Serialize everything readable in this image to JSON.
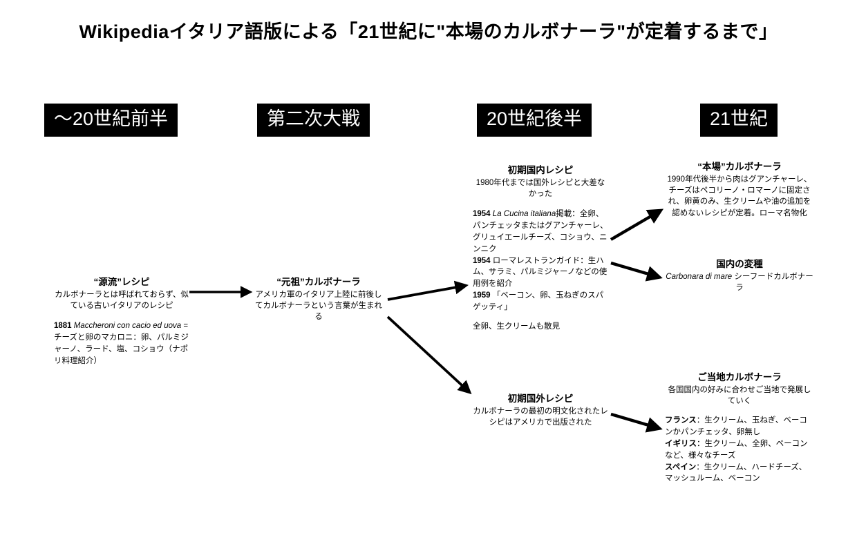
{
  "title": "Wikipediaイタリア語版による「21世紀に\"本場のカルボナーラ\"が定着するまで」",
  "eras": [
    {
      "label": "〜20世紀前半"
    },
    {
      "label": "第二次大戦"
    },
    {
      "label": "20世紀後半"
    },
    {
      "label": "21世紀"
    }
  ],
  "nodes": {
    "origin": {
      "heading": "“源流”レシピ",
      "sub": "カルボナーラとは呼ばれておらず、似ている古いイタリアのレシピ",
      "entry_year": "1881",
      "entry_italic": "Maccheroni con cacio ed uova",
      "entry_text": "=チーズと卵のマカロニ：卵、パルミジャーノ、ラード、塩、コショウ（ナポリ料理紹介）"
    },
    "ganso": {
      "heading": "“元祖”カルボナーラ",
      "sub": "アメリカ軍のイタリア上陸に前後してカルボナーラという言葉が生まれる"
    },
    "domestic": {
      "heading": "初期国内レシピ",
      "sub": "1980年代までは国外レシピと大差なかった",
      "e1_year": "1954",
      "e1_italic": "La Cucina italiana",
      "e1_text": "掲載：全卵、パンチェッタまたはグアンチャーレ、グリュイエールチーズ、コショウ、ニンニク",
      "e2_year": "1954",
      "e2_text": "ローマレストランガイド：生ハム、サラミ、パルミジャーノなどの使用例を紹介",
      "e3_year": "1959",
      "e3_text": "「ベーコン、卵、玉ねぎのスパゲッティ」",
      "note": "全卵、生クリームも散見"
    },
    "foreign": {
      "heading": "初期国外レシピ",
      "sub": "カルボナーラの最初の明文化されたレシピはアメリカで出版された"
    },
    "authentic": {
      "heading": "“本場”カルボナーラ",
      "sub": "1990年代後半から肉はグアンチャーレ、チーズはペコリーノ・ロマーノに固定され、卵黄のみ、生クリームや油の追加を認めないレシピが定着。ローマ名物化"
    },
    "variant": {
      "heading": "国内の変種",
      "italic": "Carbonara di mare",
      "sub_tail": " シーフードカルボナーラ"
    },
    "local": {
      "heading": "ご当地カルボナーラ",
      "sub": "各国国内の好みに合わせご当地で発展していく",
      "countries": [
        {
          "name": "フランス",
          "text": "：生クリーム、玉ねぎ、ベーコンかパンチェッタ、卵無し"
        },
        {
          "name": "イギリス",
          "text": "：生クリーム、全卵、ベーコンなど、様々なチーズ"
        },
        {
          "name": "スペイン",
          "text": "：生クリーム、ハードチーズ、マッシュルーム、ベーコン"
        }
      ]
    }
  },
  "arrows": [
    {
      "name": "arrow-origin-to-ganso"
    },
    {
      "name": "arrow-ganso-to-domestic"
    },
    {
      "name": "arrow-ganso-to-foreign"
    },
    {
      "name": "arrow-domestic-to-authentic"
    },
    {
      "name": "arrow-domestic-to-variant"
    },
    {
      "name": "arrow-foreign-to-local"
    }
  ],
  "colors": {
    "background": "#ffffff",
    "text": "#000000",
    "era_chip_bg": "#000000",
    "era_chip_text": "#ffffff",
    "arrow": "#000000"
  }
}
